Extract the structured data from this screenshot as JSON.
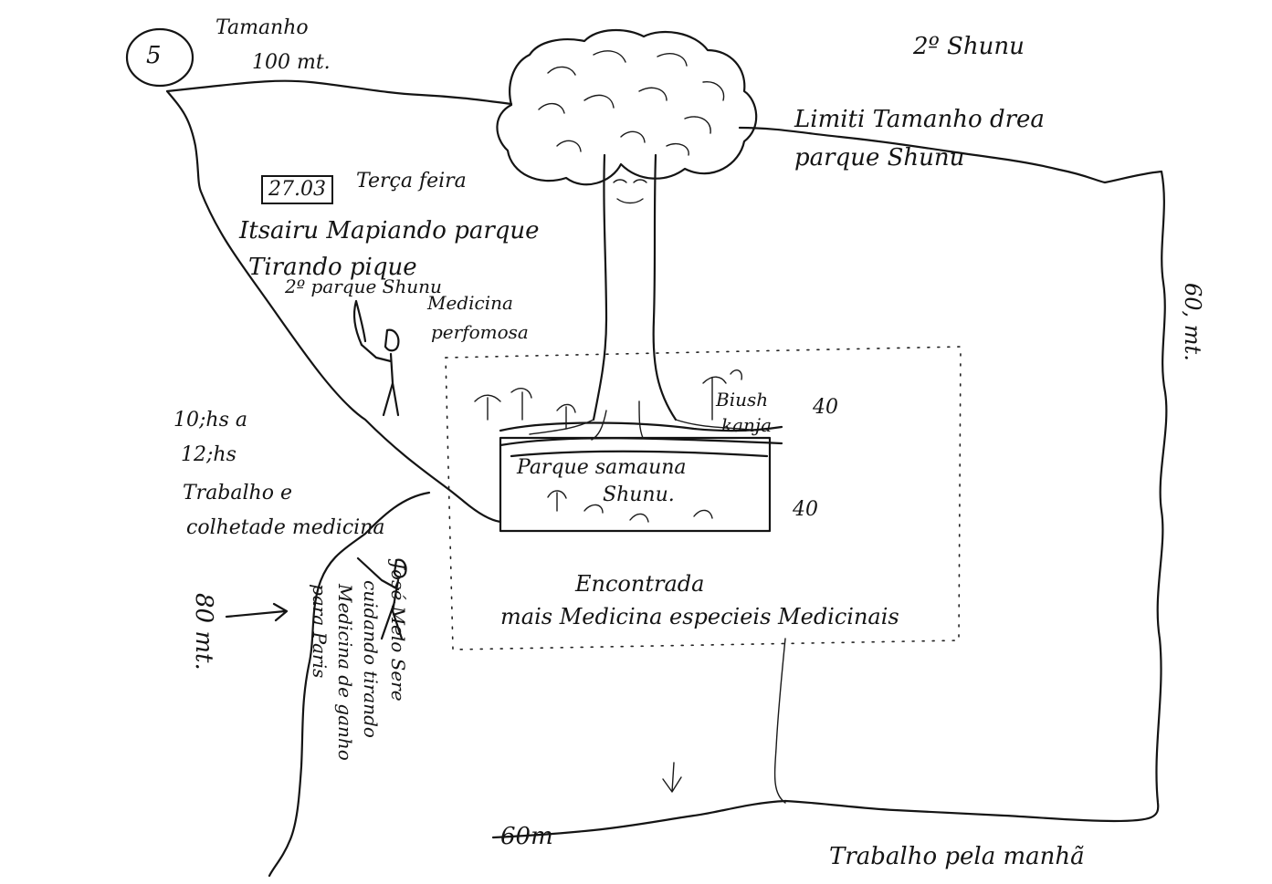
{
  "map": {
    "number": "5",
    "size_label": "Tamanho",
    "size_value": "100 mt.",
    "park_title": "2º Shunu",
    "limit_label_line1": "Limiti Tamanho drea",
    "limit_label_line2": "parque Shunu",
    "right_side_measure": "60, mt.",
    "left_side_measure": "80 mt.",
    "bottom_measure": "60m",
    "bottom_note": "Trabalho pela manhã",
    "journal": {
      "date": "27.03",
      "weekday": "Terça feira",
      "line1": "Itsairu Mapiando parque",
      "line2": "Tirando pique",
      "line3": "2º parque Shunu",
      "line4": "Medicina",
      "line5": "perfomosa"
    },
    "schedule": {
      "line1": "10;hs a",
      "line2": "12;hs",
      "line3": "Trabalho e",
      "line4": "colhetade medicina"
    },
    "plot": {
      "name_line1": "Parque samauna",
      "name_line2": "Shunu.",
      "side_a": "40",
      "side_b": "40",
      "plant_label_line1": "Biush",
      "plant_label_line2": "kanja",
      "found_line1": "Encontrada",
      "found_line2": "mais Medicina especieis Medicinais"
    },
    "vertical_note": {
      "line1": "José Melo Sere",
      "line2": "cuidando tirando",
      "line3": "Medicina de ganho",
      "line4": "para Paris"
    }
  }
}
